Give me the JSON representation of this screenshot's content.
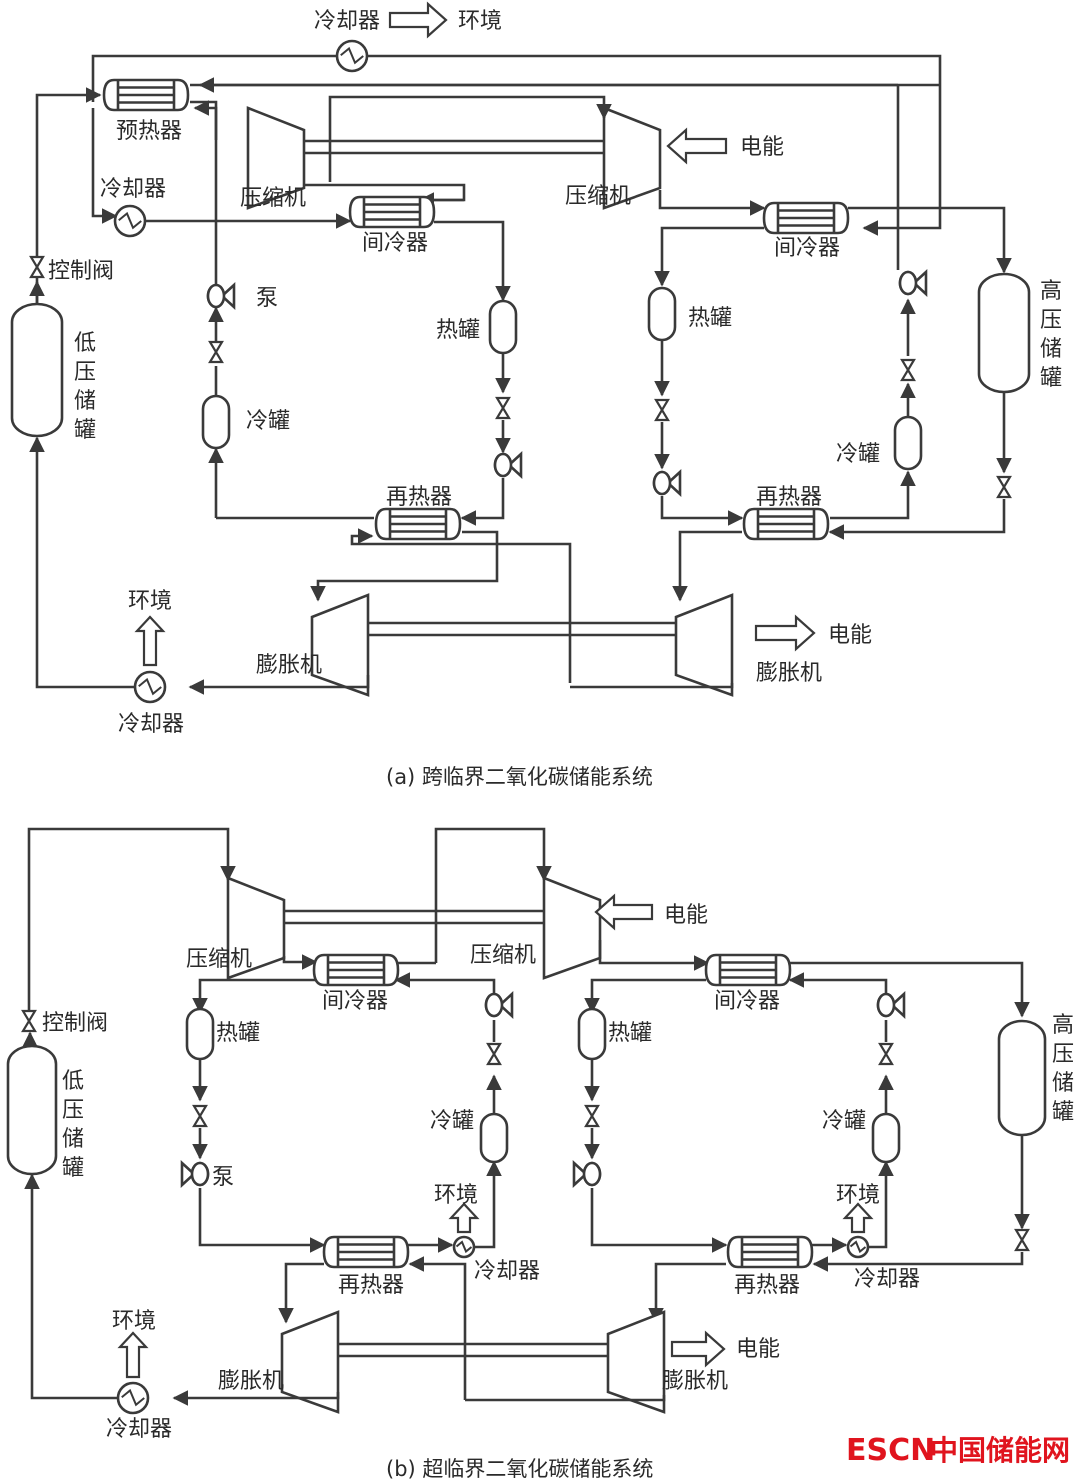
{
  "diagram_a": {
    "caption": "(a) 跨临界二氧化碳储能系统",
    "labels": {
      "cooler_top": "冷却器",
      "env_top": "环境",
      "preheater": "预热器",
      "compressor_left": "压缩机",
      "compressor_right": "压缩机",
      "electric_in": "电能",
      "cooler_left": "冷却器",
      "intercooler_left": "间冷器",
      "intercooler_right": "间冷器",
      "control_valve": "控制阀",
      "pump": "泵",
      "hot_tank_left": "热罐",
      "hot_tank_right": "热罐",
      "cold_tank_left": "冷罐",
      "cold_tank_right": "冷罐",
      "low_pressure_tank": [
        "低",
        "压",
        "储",
        "罐"
      ],
      "high_pressure_tank": [
        "高",
        "压",
        "储",
        "罐"
      ],
      "reheater_left": "再热器",
      "reheater_right": "再热器",
      "env_bottom": "环境",
      "cooler_bottom": "冷却器",
      "expander_left": "膨胀机",
      "expander_right": "膨胀机",
      "electric_out": "电能"
    }
  },
  "diagram_b": {
    "caption": "(b) 超临界二氧化碳储能系统",
    "labels": {
      "compressor_left": "压缩机",
      "compressor_right": "压缩机",
      "electric_in": "电能",
      "intercooler_left": "间冷器",
      "intercooler_right": "间冷器",
      "control_valve": "控制阀",
      "hot_tank_left": "热罐",
      "hot_tank_right": "热罐",
      "cold_tank_left": "冷罐",
      "cold_tank_right": "冷罐",
      "pump": "泵",
      "low_pressure_tank": [
        "低",
        "压",
        "储",
        "罐"
      ],
      "high_pressure_tank": [
        "高",
        "压",
        "储",
        "罐"
      ],
      "env_mid_left": "环境",
      "env_mid_right": "环境",
      "cooler_mid_left": "冷却器",
      "cooler_mid_right": "冷却器",
      "reheater_left": "再热器",
      "reheater_right": "再热器",
      "env_bottom": "环境",
      "cooler_bottom": "冷却器",
      "expander_left": "膨胀机",
      "expander_right": "膨胀机",
      "electric_out": "电能"
    }
  },
  "watermark": {
    "brand": "ESCN",
    "name": "中国储能网",
    "color": "#e0141e"
  }
}
